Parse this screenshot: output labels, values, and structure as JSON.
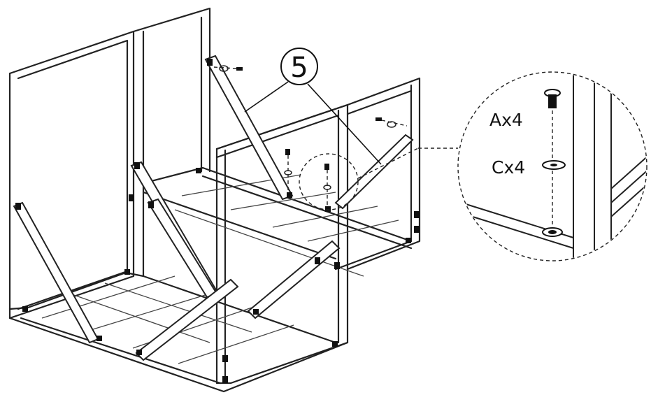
{
  "callout": {
    "step_number": "5"
  },
  "detail": {
    "label_a": "Ax4",
    "label_c": "Cx4"
  }
}
